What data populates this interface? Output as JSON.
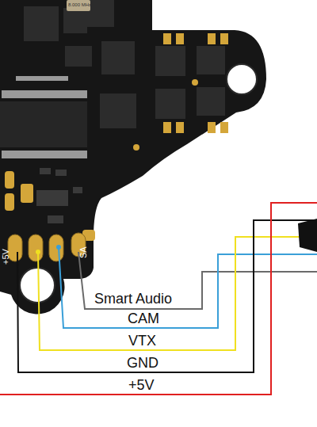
{
  "diagram": {
    "labels": [
      "8.000 MHz",
      "+5V",
      "SA",
      "Smart Audio",
      "CAM",
      "VTX",
      "GND",
      "+5V"
    ]
  }
}
